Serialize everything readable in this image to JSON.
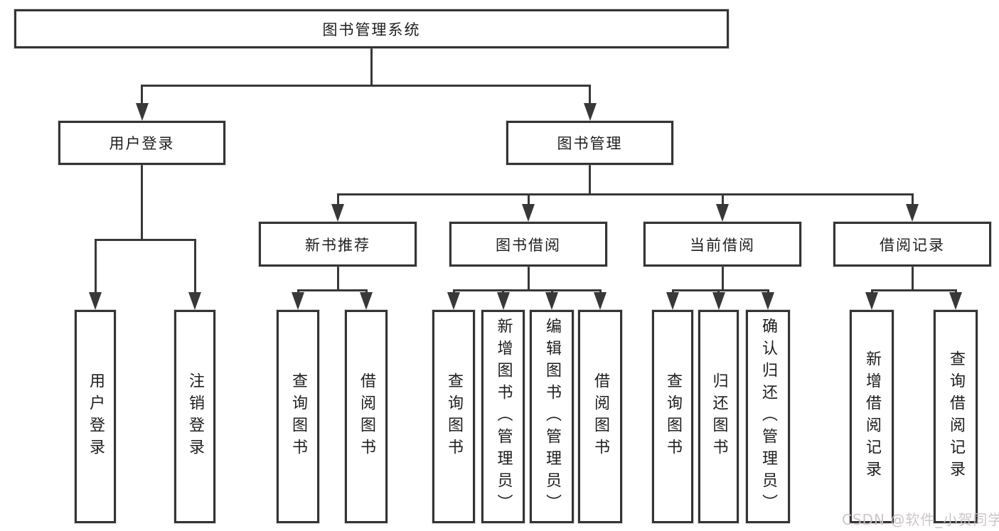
{
  "title": "图书管理系统",
  "watermark": "CSDN @软件_小贺同学",
  "colors": {
    "background": "#ffffff",
    "border": "#343434",
    "line": "#383838",
    "text": "#1e1e1e",
    "watermark": "#cac3c3"
  },
  "nodes": [
    {
      "id": "root",
      "label": "图书管理系统",
      "dir": "h"
    },
    {
      "id": "login",
      "label": "用户登录",
      "dir": "h"
    },
    {
      "id": "mgmt",
      "label": "图书管理",
      "dir": "h"
    },
    {
      "id": "recommend",
      "label": "新书推荐",
      "dir": "h"
    },
    {
      "id": "borrow",
      "label": "图书借阅",
      "dir": "h"
    },
    {
      "id": "current",
      "label": "当前借阅",
      "dir": "h"
    },
    {
      "id": "history",
      "label": "借阅记录",
      "dir": "h"
    },
    {
      "id": "v_login",
      "label": "用户登录",
      "dir": "v"
    },
    {
      "id": "v_logout",
      "label": "注销登录",
      "dir": "v"
    },
    {
      "id": "rec_query",
      "label": "查询图书",
      "dir": "v"
    },
    {
      "id": "rec_borrow",
      "label": "借阅图书",
      "dir": "v"
    },
    {
      "id": "bor_query",
      "label": "查询图书",
      "dir": "v"
    },
    {
      "id": "bor_add",
      "label": "新增图书（管理员）",
      "dir": "v"
    },
    {
      "id": "bor_edit",
      "label": "编辑图书（管理员）",
      "dir": "v"
    },
    {
      "id": "bor_borrow",
      "label": "借阅图书",
      "dir": "v"
    },
    {
      "id": "cur_query",
      "label": "查询图书",
      "dir": "v"
    },
    {
      "id": "cur_return",
      "label": "归还图书",
      "dir": "v"
    },
    {
      "id": "cur_confirm",
      "label": "确认归还（管理员）",
      "dir": "v"
    },
    {
      "id": "his_add",
      "label": "新增借阅记录",
      "dir": "v"
    },
    {
      "id": "his_query",
      "label": "查询借阅记录",
      "dir": "v"
    }
  ],
  "structure": [
    {
      "parent": "root",
      "children": [
        "login",
        "mgmt"
      ]
    },
    {
      "parent": "login",
      "children": [
        "v_login",
        "v_logout"
      ]
    },
    {
      "parent": "mgmt",
      "children": [
        "recommend",
        "borrow",
        "current",
        "history"
      ]
    },
    {
      "parent": "recommend",
      "children": [
        "rec_query",
        "rec_borrow"
      ]
    },
    {
      "parent": "borrow",
      "children": [
        "bor_query",
        "bor_add",
        "bor_edit",
        "bor_borrow"
      ]
    },
    {
      "parent": "current",
      "children": [
        "cur_query",
        "cur_return",
        "cur_confirm"
      ]
    },
    {
      "parent": "history",
      "children": [
        "his_add",
        "his_query"
      ]
    }
  ]
}
